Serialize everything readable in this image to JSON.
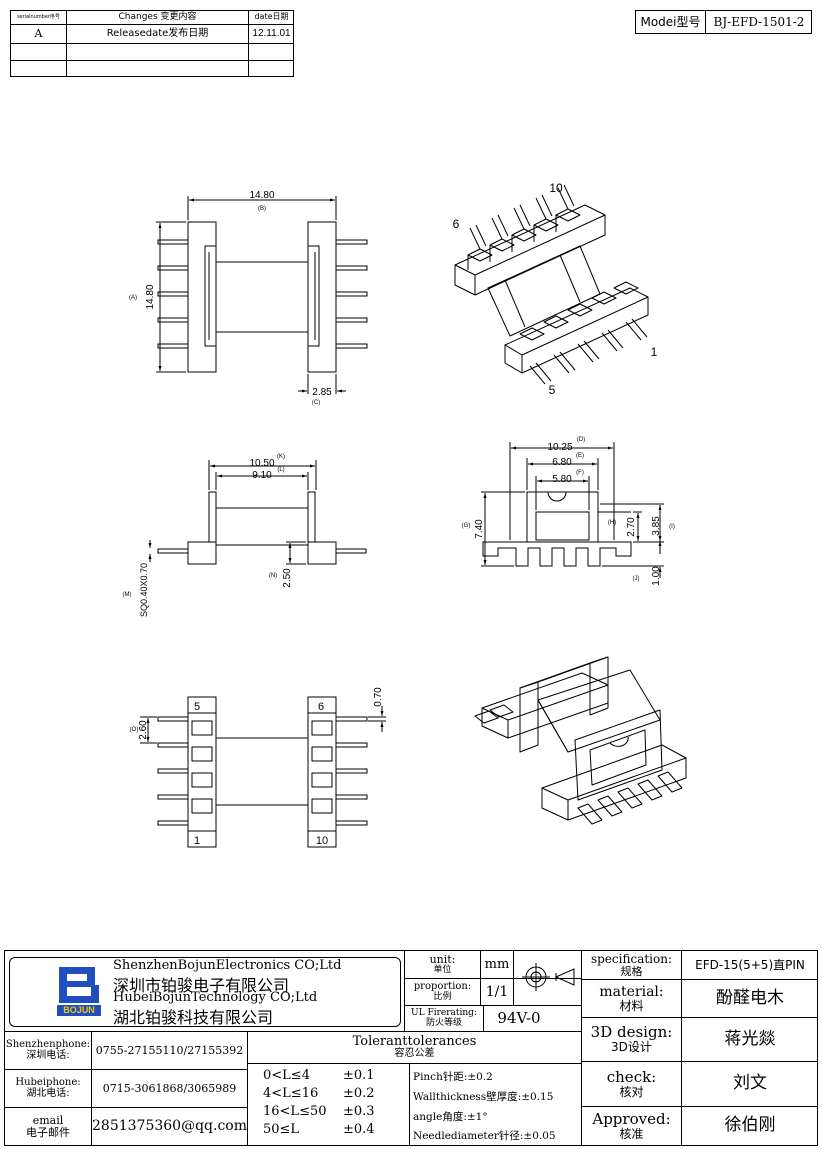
{
  "revision_table": {
    "headers": [
      "serialnumber序号",
      "Changes 变更内容",
      "date日期"
    ],
    "rows": [
      [
        "A",
        "Releasedate发布日期",
        "12.11.01"
      ],
      [
        "",
        "",
        ""
      ],
      [
        "",
        "",
        ""
      ]
    ]
  },
  "model": {
    "label": "Modei型号",
    "value": "BJ-EFD-1501-2"
  },
  "top_view": {
    "dim_width": "14.80",
    "dim_width_ref": "(B)",
    "dim_height": "14.80",
    "dim_height_ref": "(A)",
    "dim_flange": "2.85",
    "dim_flange_ref": "(C)"
  },
  "iso_top": {
    "pin_a": "10",
    "pin_b": "6",
    "pin_c": "1",
    "pin_d": "5"
  },
  "side_view": {
    "dim_k": "10.50",
    "dim_k_ref": "(K)",
    "dim_l": "9.10",
    "dim_l_ref": "(L)",
    "dim_n": "2.50",
    "dim_n_ref": "(N)",
    "dim_m": "SQ0.40X0.70",
    "dim_m_ref": "(M)"
  },
  "end_view": {
    "dim_d": "10.25",
    "dim_d_ref": "(D)",
    "dim_e": "6.80",
    "dim_e_ref": "(E)",
    "dim_f": "5.80",
    "dim_f_ref": "(F)",
    "dim_g": "7.40",
    "dim_g_ref": "(G)",
    "dim_h": "2.70",
    "dim_h_ref": "(H)",
    "dim_i": "3.85",
    "dim_i_ref": "(I)",
    "dim_j": "1.00",
    "dim_j_ref": "(J)"
  },
  "bottom_view": {
    "pin_5": "5",
    "pin_6": "6",
    "pin_1": "1",
    "pin_10": "10",
    "dim_o": "2.60",
    "dim_o_ref": "(O)",
    "dim_p": "0.70"
  },
  "title_block": {
    "company_en_1": "ShenzhenBojunElectronics CO;Ltd",
    "company_cn_1": "深圳市铂骏电子有限公司",
    "company_en_2": "HubeiBojunTechnology CO;Ltd",
    "company_cn_2": "湖北铂骏科技有限公司",
    "logo_text": "BOJUN",
    "unit_label": "unit:",
    "unit_label_cn": "单位",
    "unit_value": "mm",
    "proportion_label": "proportion:",
    "proportion_label_cn": "比例",
    "proportion_value": "1/1",
    "ul_label": "UL Firerating:",
    "ul_label_cn": "防火等级",
    "ul_value": "94V-0",
    "spec_label": "specification:",
    "spec_label_cn": "规格",
    "spec_value": "EFD-15(5+5)直PIN",
    "material_label": "material:",
    "material_label_cn": "材料",
    "material_value": "酚醛电木",
    "design_label": "3D design:",
    "design_label_cn": "3D设计",
    "design_value": "蒋光燚",
    "check_label": "check:",
    "check_label_cn": "核对",
    "check_value": "刘文",
    "approved_label": "Approved:",
    "approved_label_cn": "核准",
    "approved_value": "徐伯刚",
    "sz_phone_label": "Shenzhenphone:",
    "sz_phone_label_cn": "深圳电话:",
    "sz_phone_value": "0755-27155110/27155392",
    "hb_phone_label": "Hubeiphone:",
    "hb_phone_label_cn": "湖北电话:",
    "hb_phone_value": "0715-3061868/3065989",
    "email_label": "email",
    "email_label_cn": "电子邮件",
    "email_value": "2851375360@qq.com",
    "tolerance_title": "Toleranttolerances",
    "tolerance_title_cn": "容忍公差",
    "tolerances": [
      {
        "range": "0<L≤4",
        "value": "±0.1"
      },
      {
        "range": "4<L≤16",
        "value": "±0.2"
      },
      {
        "range": "16<L≤50",
        "value": "±0.3"
      },
      {
        "range": "50≤L",
        "value": "±0.4"
      }
    ],
    "pinch": "Pinch针距:±0.2",
    "wall": "Wallthickness壁厚度:±0.15",
    "angle": "angle角度:±1°",
    "needle": "Needlediameter针径:±0.05"
  }
}
